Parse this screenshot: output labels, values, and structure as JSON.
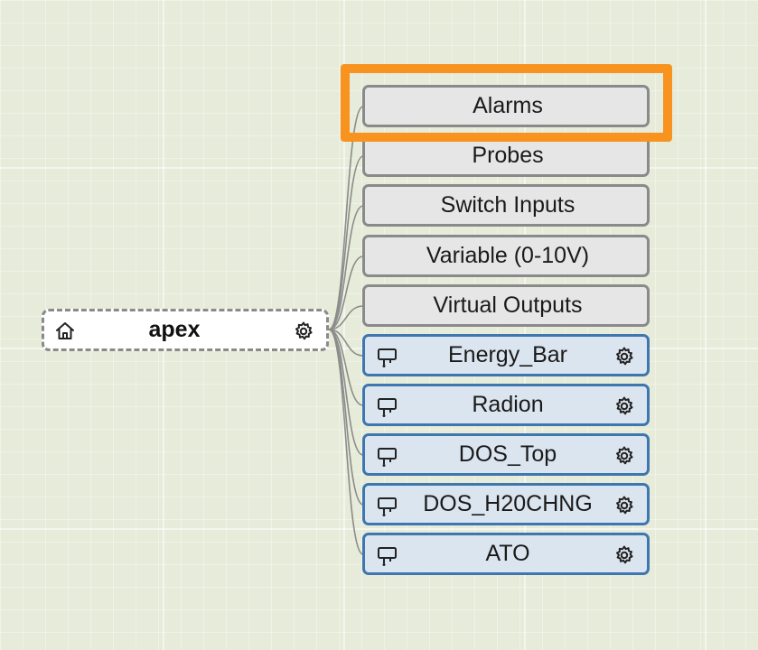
{
  "root": {
    "label": "apex",
    "left_icon": "home-icon",
    "right_icon": "gear-icon"
  },
  "nodes": [
    {
      "label": "Alarms",
      "kind": "group",
      "highlighted": true
    },
    {
      "label": "Probes",
      "kind": "group"
    },
    {
      "label": "Switch Inputs",
      "kind": "group"
    },
    {
      "label": "Variable (0-10V)",
      "kind": "group"
    },
    {
      "label": "Virtual Outputs",
      "kind": "group"
    },
    {
      "label": "Energy_Bar",
      "kind": "output",
      "icon": "outlet-icon",
      "action_icon": "gear-icon"
    },
    {
      "label": "Radion",
      "kind": "output",
      "icon": "outlet-icon",
      "action_icon": "gear-icon"
    },
    {
      "label": "DOS_Top",
      "kind": "output",
      "icon": "outlet-icon",
      "action_icon": "gear-icon"
    },
    {
      "label": "DOS_H20CHNG",
      "kind": "output",
      "icon": "outlet-icon",
      "action_icon": "gear-icon"
    },
    {
      "label": "ATO",
      "kind": "output",
      "icon": "outlet-icon",
      "action_icon": "gear-icon"
    }
  ],
  "colors": {
    "canvas_bg": "#e7ebd9",
    "group_fill": "#e6e6e6",
    "group_border": "#8a8a8a",
    "output_fill": "#dbe5ef",
    "output_border": "#3e76b0",
    "highlight": "#f7931e",
    "connector": "#8c8c8c"
  }
}
